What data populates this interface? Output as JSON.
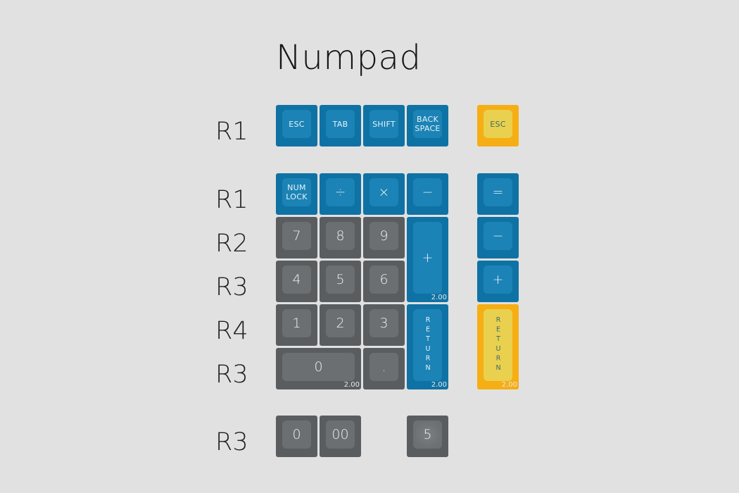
{
  "title": "Numpad",
  "row_labels": [
    "R1",
    "R1",
    "R2",
    "R3",
    "R4",
    "R3",
    "R3"
  ],
  "keys": {
    "esc": "ESC",
    "tab": "TAB",
    "shift": "SHIFT",
    "backspace": "BACK\nSPACE",
    "esc_alt": "ESC",
    "numlock": "NUM\nLOCK",
    "divide": "÷",
    "multiply": "×",
    "minus": "−",
    "equals": "=",
    "seven": "7",
    "eight": "8",
    "nine": "9",
    "plus": "+",
    "minus_alt": "−",
    "four": "4",
    "five": "5",
    "six": "6",
    "plus_alt": "+",
    "one": "1",
    "two": "2",
    "three": "3",
    "return": "RETURN",
    "return_alt": "RETURN",
    "zero": "0",
    "dot": ".",
    "zero_alt": "0",
    "double_zero": "00",
    "five_alt": "5"
  },
  "size_tag": "2.00",
  "colors": {
    "blue": "#0f72a4",
    "gray": "#5a5d60",
    "yellow": "#f6ae15",
    "background": "#e1e1e1"
  }
}
